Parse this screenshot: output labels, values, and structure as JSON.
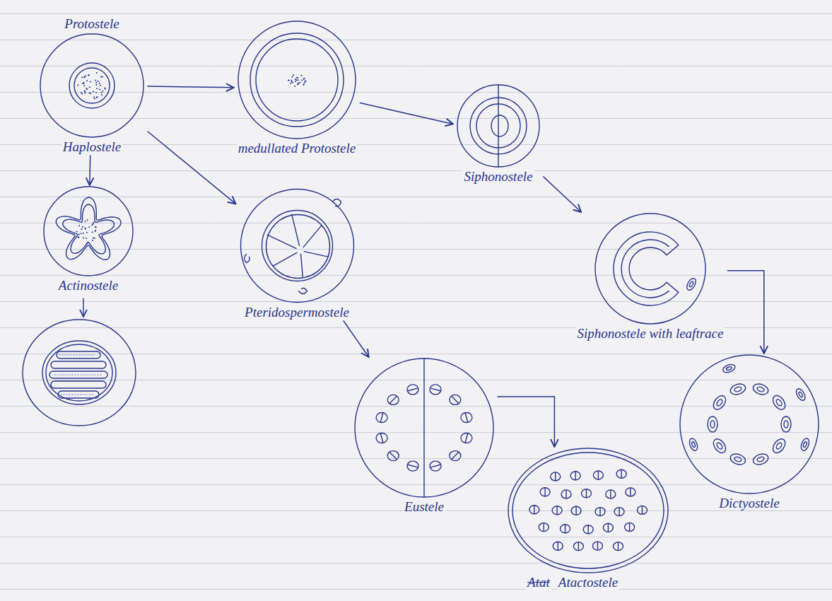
{
  "diagram": {
    "nodes": [
      {
        "text": [
          "Protostele",
          "Haplostele"
        ]
      },
      {
        "text": [
          "medullated Protostele"
        ]
      },
      {
        "text": [
          "Siphonostele"
        ]
      },
      {
        "text": [
          "Actinostele"
        ]
      },
      {
        "text": [
          "Pteridospermostele"
        ]
      },
      {
        "text": [
          "Siphonostele with leaftrace"
        ]
      },
      {
        "text": [
          "Eustele"
        ]
      },
      {
        "text": [
          "Dictyostele"
        ]
      },
      {
        "text": [
          "Atactostele"
        ]
      }
    ],
    "edges": [
      {
        "from": 0,
        "to": 1,
        "arrow": "to"
      },
      {
        "from": 0,
        "to": 3,
        "arrow": "to"
      },
      {
        "from": 0,
        "to": 4,
        "arrow": "to"
      },
      {
        "from": 1,
        "to": 2,
        "arrow": "to"
      },
      {
        "from": 2,
        "to": 5,
        "arrow": "to"
      },
      {
        "from": 5,
        "to": 7,
        "arrow": "to"
      },
      {
        "from": 4,
        "to": 6,
        "arrow": "to"
      },
      {
        "from": 6,
        "to": 8,
        "arrow": "to"
      }
    ],
    "labels": [
      "Atat"
    ]
  }
}
